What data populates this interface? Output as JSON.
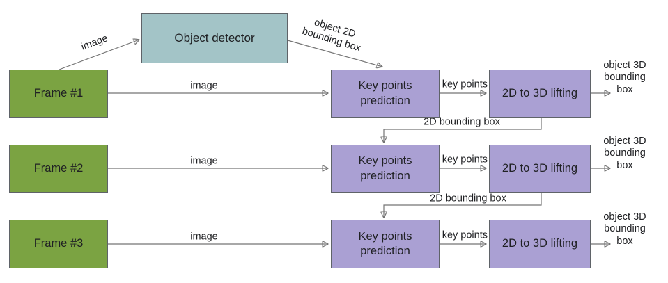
{
  "diagram": {
    "nodes": {
      "detector": "Object detector",
      "frames": [
        "Frame #1",
        "Frame #2",
        "Frame #3"
      ],
      "keypoints": "Key points\nprediction",
      "lifting": "2D to 3D lifting"
    },
    "edges": {
      "image": "image",
      "object_2d_bbox": "object 2D\nbounding box",
      "key_points": "key points",
      "object_3d_bbox": "object 3D\nbounding box",
      "bbox_2d": "2D bounding box"
    },
    "colors": {
      "frame_fill": "#7BA342",
      "detector_fill": "#A3C4C7",
      "processor_fill": "#AAA0D3",
      "line": "#757575",
      "border": "#5F6368",
      "text": "#202124",
      "background": "#FFFFFF"
    }
  }
}
